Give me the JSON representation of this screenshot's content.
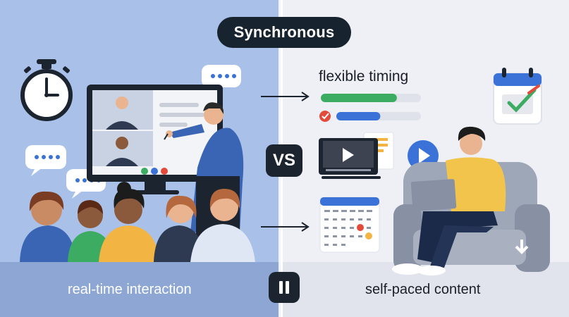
{
  "header": {
    "title": "Synchronous"
  },
  "center": {
    "vs_label": "VS"
  },
  "left_panel": {
    "caption": "real-time interaction"
  },
  "right_panel": {
    "caption": "self-paced content",
    "feature_label": "flexible timing",
    "progress": {
      "green": 0.76,
      "blue": 0.52
    }
  },
  "colors": {
    "left_bg": "#a9c0e8",
    "right_bg": "#eef0f5",
    "dark": "#1c2430",
    "green": "#3cac62",
    "blue": "#3a72d8",
    "red": "#e34a3a"
  },
  "icons": [
    "stopwatch-icon",
    "chat-bubble-icon",
    "video-conference-icon",
    "play-icon",
    "calendar-check-icon",
    "calendar-icon",
    "arrow-right-icon",
    "pause-icon",
    "download-arrow-icon",
    "check-icon"
  ]
}
